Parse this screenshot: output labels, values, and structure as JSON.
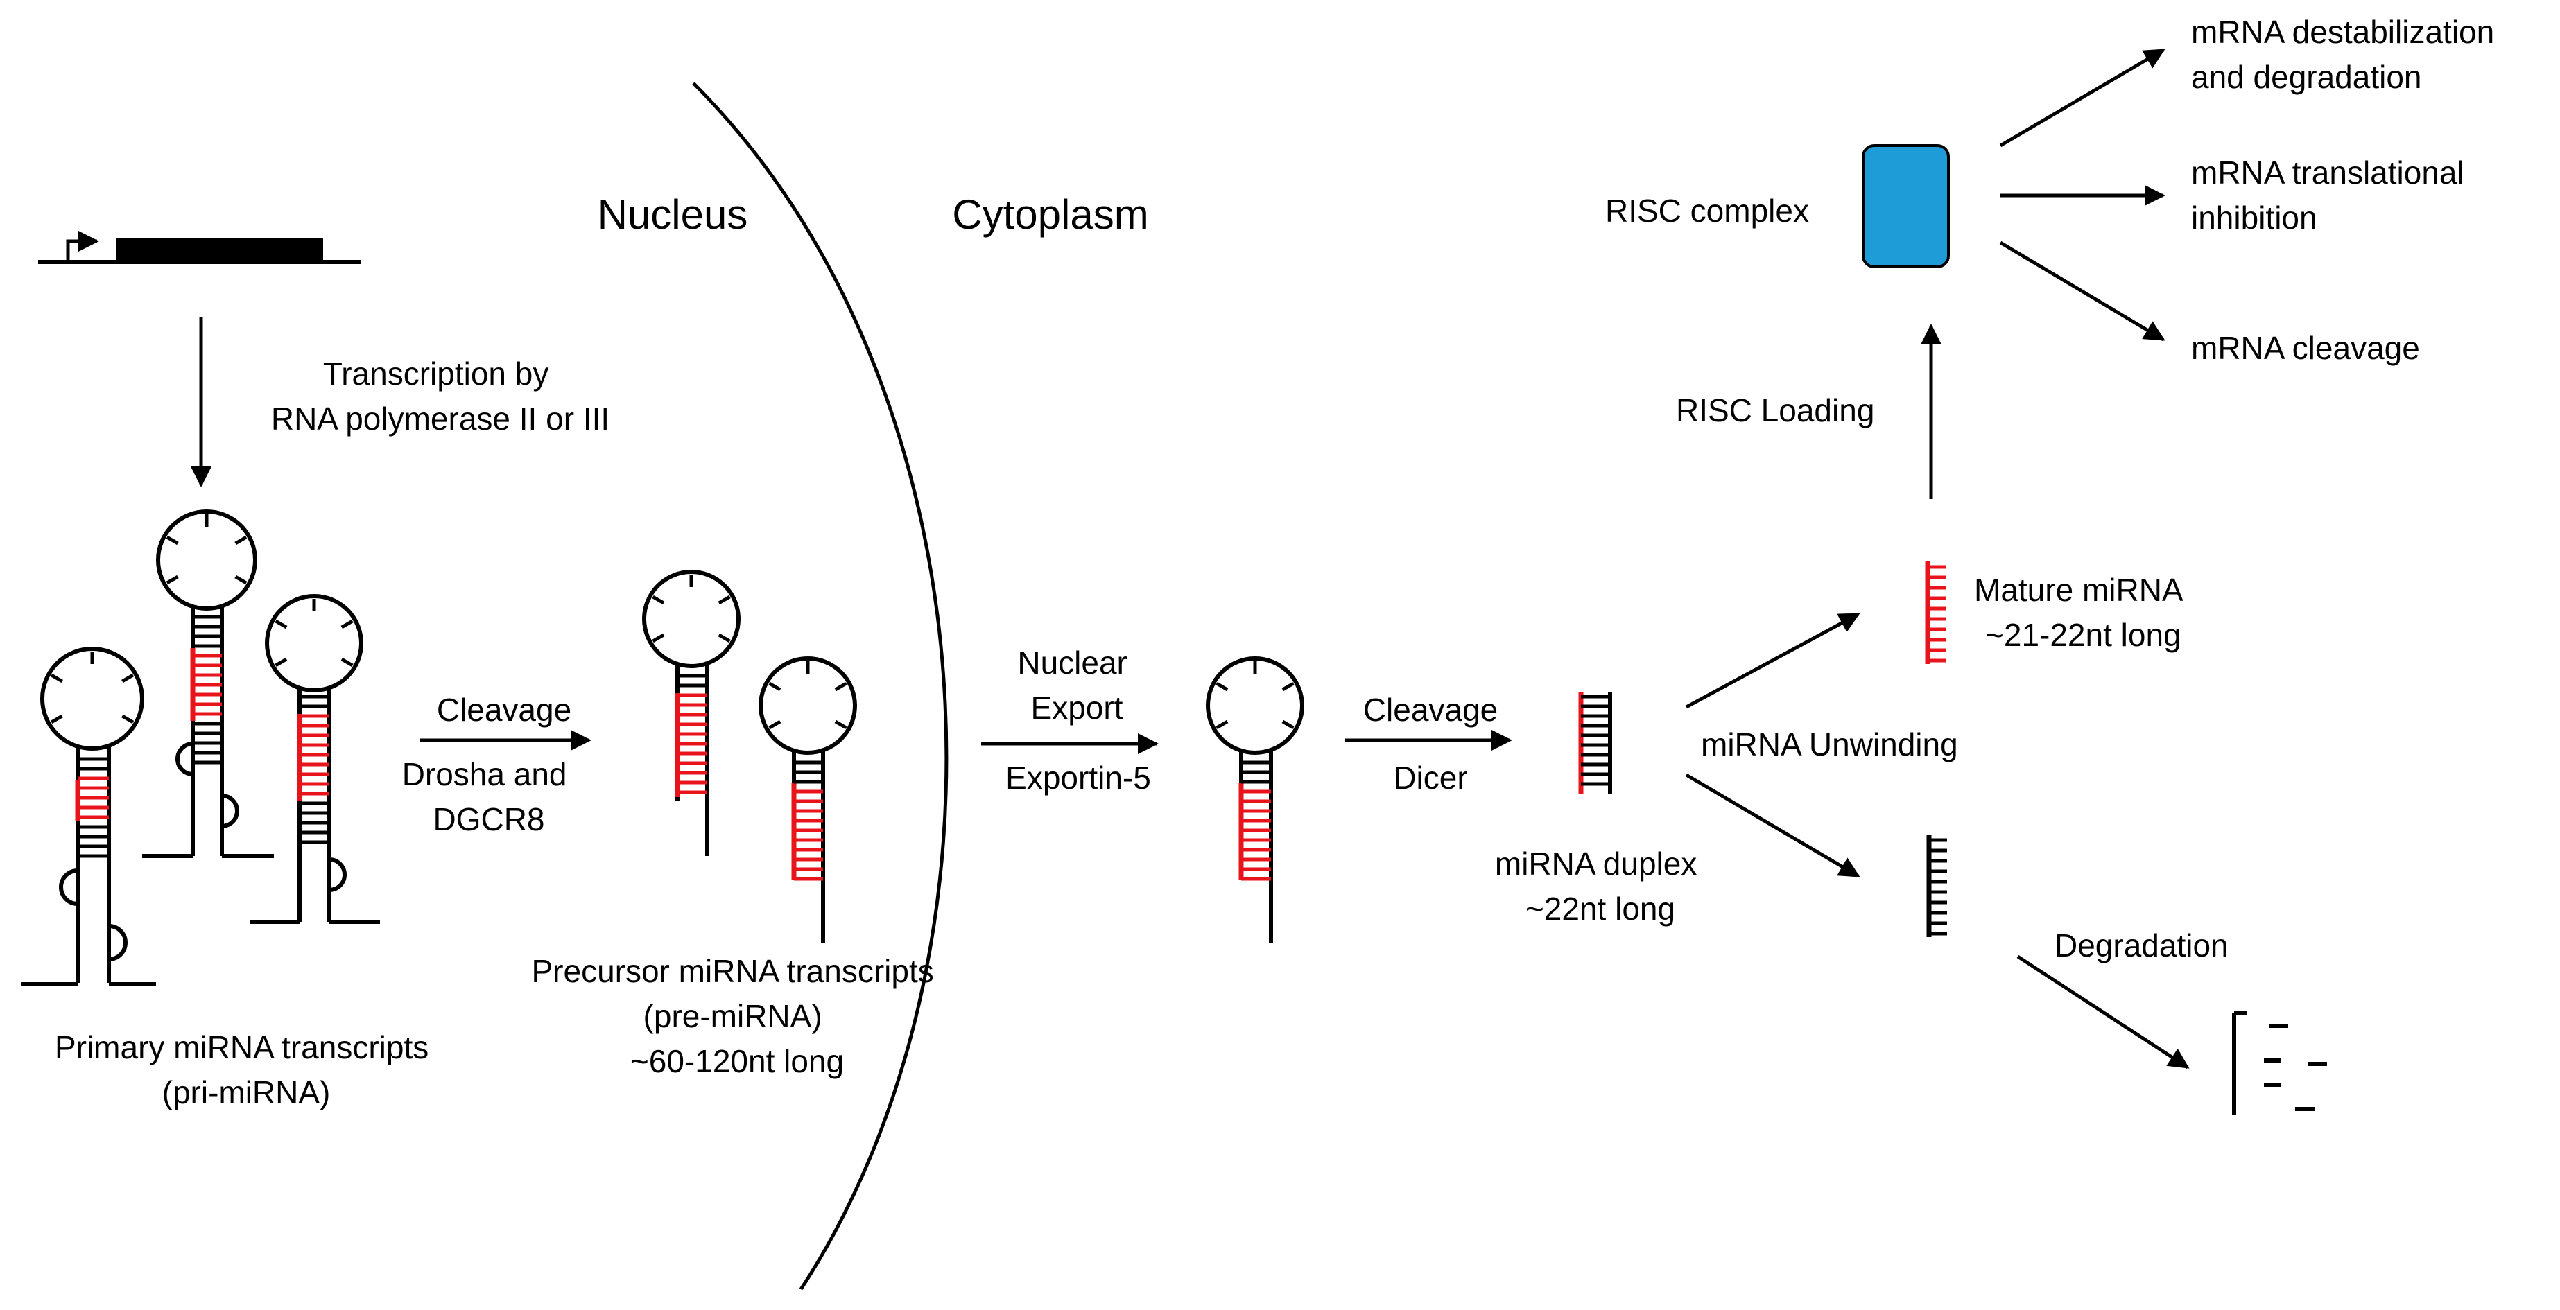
{
  "regions": {
    "nucleus": "Nucleus",
    "cytoplasm": "Cytoplasm"
  },
  "steps": {
    "transcription": [
      "Transcription by",
      "RNA polymerase II or III"
    ],
    "cleavage1_top": "Cleavage",
    "cleavage1_bottom": [
      "Drosha and",
      "DGCR8"
    ],
    "export_top": [
      "Nuclear",
      "Export"
    ],
    "export_bottom": "Exportin-5",
    "cleavage2_top": "Cleavage",
    "cleavage2_bottom": "Dicer",
    "unwinding": "miRNA Unwinding",
    "risc_loading": "RISC Loading",
    "degradation": "Degradation"
  },
  "labels": {
    "pri": [
      "Primary miRNA transcripts",
      "(pri-miRNA)"
    ],
    "pre": [
      "Precursor miRNA transcripts",
      "(pre-miRNA)",
      "~60-120nt long"
    ],
    "duplex": [
      "miRNA duplex",
      "~22nt long"
    ],
    "mature": [
      "Mature miRNA",
      "~21-22nt long"
    ],
    "risc": "RISC complex"
  },
  "outcomes": {
    "destabilization": [
      "mRNA destabilization",
      "and degradation"
    ],
    "inhibition": [
      "mRNA translational",
      "inhibition"
    ],
    "cleavage": "mRNA cleavage"
  },
  "colors": {
    "line": "#000000",
    "mirna": "#e8141c",
    "risc": "#1e9cd8"
  }
}
